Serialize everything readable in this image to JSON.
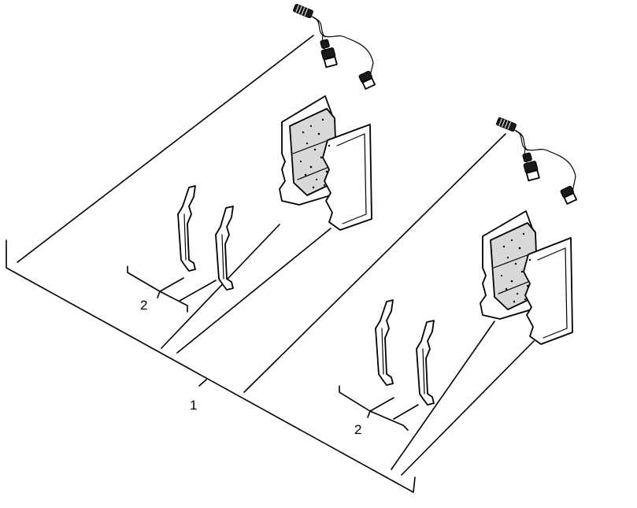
{
  "diagram": {
    "callouts": {
      "kit": "1",
      "clips_left": "2",
      "clips_right": "2"
    }
  }
}
